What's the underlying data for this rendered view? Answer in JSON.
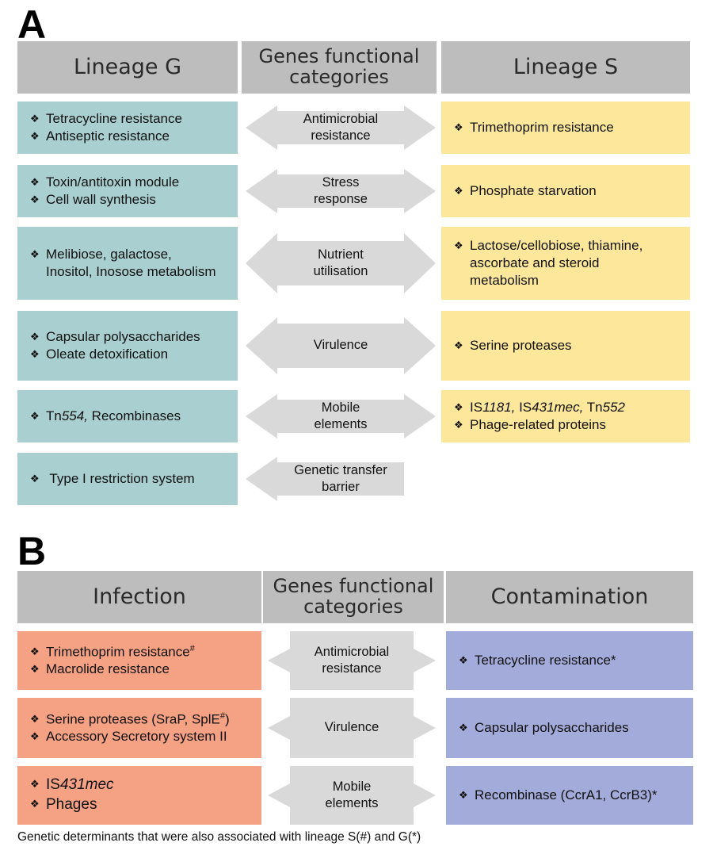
{
  "panel_a": {
    "letter": "A",
    "headers": {
      "left": "Lineage G",
      "middle_line1": "Genes functional",
      "middle_line2": "categories",
      "right": "Lineage S"
    },
    "rows": [
      {
        "category": [
          "Antimicrobial",
          "resistance"
        ],
        "left": [
          {
            "pre": "Tetracycline resistance"
          },
          {
            "pre": "Antiseptic resistance"
          }
        ],
        "right": [
          {
            "pre": "Trimethoprim resistance"
          }
        ]
      },
      {
        "category": [
          "Stress",
          "response"
        ],
        "left": [
          {
            "pre": "Toxin/antitoxin module"
          },
          {
            "pre": "Cell wall synthesis"
          }
        ],
        "right": [
          {
            "pre": "Phosphate starvation"
          }
        ]
      },
      {
        "category": [
          "Nutrient",
          "utilisation"
        ],
        "left": [
          {
            "pre": "Melibiose, galactose,"
          },
          {
            "cont": "Inositol, Inosose metabolism"
          }
        ],
        "right": [
          {
            "pre": "Lactose/cellobiose, thiamine,"
          },
          {
            "cont": "ascorbate and steroid"
          },
          {
            "cont": "metabolism"
          }
        ]
      },
      {
        "category": [
          "Virulence"
        ],
        "left": [
          {
            "pre": "Capsular polysaccharides"
          },
          {
            "pre": "Oleate detoxification"
          }
        ],
        "right": [
          {
            "pre": "Serine proteases"
          }
        ]
      },
      {
        "category": [
          "Mobile",
          "elements"
        ],
        "left": [
          {
            "pre": "Tn",
            "it": "554,",
            "post": " Recombinases"
          }
        ],
        "right": [
          {
            "pre": "IS",
            "it": "1181,",
            "post": " IS"
          },
          {
            "pre": "Phage-related proteins"
          }
        ],
        "right_line1_extra": {
          "it": "431mec,",
          "post": " Tn",
          "it2": "552"
        }
      },
      {
        "category": [
          "Genetic transfer",
          "barrier"
        ],
        "left": [
          {
            "pre": " Type I restriction system"
          }
        ],
        "right": []
      }
    ]
  },
  "panel_b": {
    "letter": "B",
    "headers": {
      "left": "Infection",
      "middle_line1": "Genes functional",
      "middle_line2": "categories",
      "right": "Contamination"
    },
    "rows": [
      {
        "category": [
          "Antimicrobial",
          "resistance"
        ],
        "left": [
          {
            "pre": "Trimethoprim resistance",
            "sup": "#"
          },
          {
            "pre": "Macrolide resistance"
          }
        ],
        "right": [
          {
            "pre": "Tetracycline resistance*"
          }
        ]
      },
      {
        "category": [
          "Virulence"
        ],
        "left": [
          {
            "pre": "Serine proteases (SraP, SplE",
            "sup": "#",
            "post": ")"
          },
          {
            "pre": "Accessory Secretory system II"
          }
        ],
        "right": [
          {
            "pre": "Capsular polysaccharides"
          }
        ]
      },
      {
        "category": [
          "Mobile",
          "elements"
        ],
        "left": [
          {
            "pre": "IS",
            "it": "431mec"
          },
          {
            "pre": "Phages"
          }
        ],
        "right": [
          {
            "pre": "Recombinase (CcrA1, CcrB3)*"
          }
        ]
      }
    ]
  },
  "footnote": "Genetic determinants that were also associated with lineage S(#) and G(*)",
  "bullet_symbol": "❖",
  "colors": {
    "header": "#bdbdbd",
    "arrow": "#d9d9d9",
    "lineage_g": "#a9cfd0",
    "lineage_s": "#fde79a",
    "infection": "#f5a184",
    "contamination": "#a3abda"
  }
}
